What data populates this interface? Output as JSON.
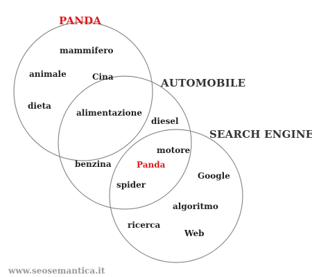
{
  "sets": {
    "panda": {
      "title": "PANDA",
      "color": "#e0191b"
    },
    "automobile": {
      "title": "AUTOMOBILE",
      "color": "#333333"
    },
    "search_engine": {
      "title": "SEARCH ENGINE",
      "color": "#333333"
    }
  },
  "terms": {
    "mammifero": "mammifero",
    "animale": "animale",
    "cina": "Cina",
    "dieta": "dieta",
    "alimentazione": "alimentazione",
    "diesel": "diesel",
    "motore": "motore",
    "benzina": "benzina",
    "panda": "Panda",
    "spider": "spider",
    "google": "Google",
    "algoritmo": "algoritmo",
    "ricerca": "ricerca",
    "web": "Web"
  },
  "highlight_color": "#e0191b",
  "circle_color": "#8a8a8a",
  "footer": "www.seosemantica.it"
}
